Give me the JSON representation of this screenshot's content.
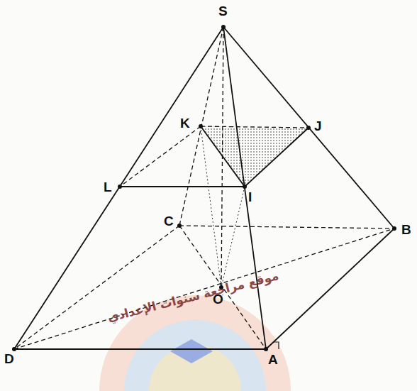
{
  "diagram": {
    "labels": [
      "S",
      "K",
      "J",
      "L",
      "I",
      "C",
      "B",
      "O",
      "D",
      "A",
      "موقع مراجعة سنوات الإعدادي"
    ]
  }
}
